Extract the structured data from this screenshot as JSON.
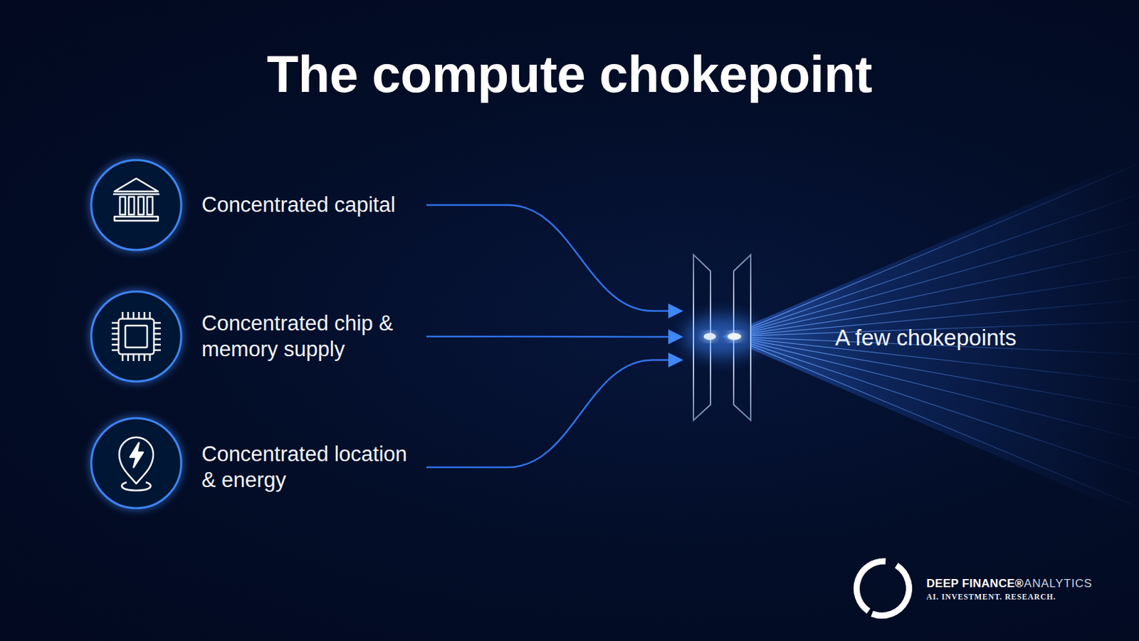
{
  "diagram": {
    "title": "The compute chokepoint",
    "nodes": [
      {
        "text": [
          "Concentrated capital"
        ]
      },
      {
        "text": [
          "Concentrated chip & memory supply"
        ]
      },
      {
        "text": [
          "Concentrated location & energy"
        ]
      },
      {
        "text": [
          "A few chokepoints"
        ]
      }
    ],
    "edges": [
      {
        "from": 0,
        "to": 3,
        "arrow": "to"
      },
      {
        "from": 1,
        "to": 3,
        "arrow": "to"
      },
      {
        "from": 2,
        "to": 3,
        "arrow": "to"
      }
    ],
    "labels": [
      "DEEP FINANCE®",
      "ANALYTICS",
      "AI. INVESTMENT. RESEARCH."
    ]
  }
}
